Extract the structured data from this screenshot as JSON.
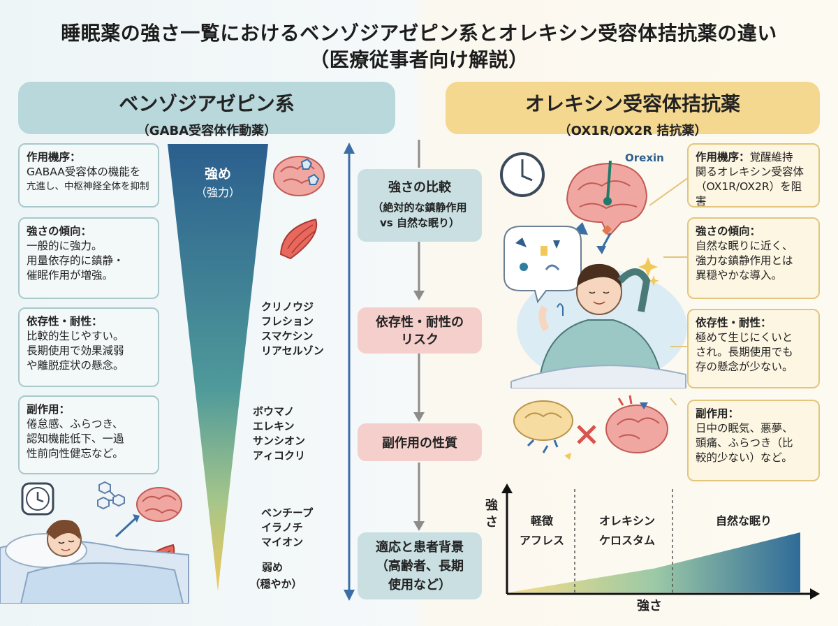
{
  "title": {
    "line1": "睡眠薬の強さ一覧におけるベンゾジアゼピン系とオレキシン受容体拮抗薬の違い",
    "line2": "（医療従事者向け解説）"
  },
  "left_header": {
    "title": "ベンゾジアゼピン系",
    "subtitle": "（GABA受容体作動薬）"
  },
  "right_header": {
    "title": "オレキシン受容体拮抗薬",
    "subtitle": "（OX1R/OX2R 拮抗薬）"
  },
  "left_boxes": [
    {
      "title": "作用機序：",
      "lines": [
        "GABAA受容体の機能を",
        "亢進し、中枢神経全体を抑制"
      ]
    },
    {
      "title": "強さの傾向：",
      "lines": [
        "一般的に強力。",
        "用量依存的に鎮静・",
        "催眠作用が増強。"
      ]
    },
    {
      "title": "依存性・耐性：",
      "lines": [
        "比較的生じやすい。",
        "長期使用で効果減弱",
        "や離脱症状の懸念。"
      ]
    },
    {
      "title": "副作用：",
      "lines": [
        "倦怠感、ふらつき、",
        "認知機能低下、一過",
        "性前向性健忘など。"
      ]
    }
  ],
  "right_boxes": [
    {
      "title": "作用機序：",
      "lines": [
        "覚醒維持",
        "関るオレキシン受容体",
        "（OX1R/OX2R）を阻害"
      ]
    },
    {
      "title": "強さの傾向：",
      "lines": [
        "自然な眠りに近く、",
        "強力な鎮静作用とは",
        "異穏やかな導入。"
      ]
    },
    {
      "title": "依存性・耐性：",
      "lines": [
        "極めて生じにくいと",
        "され。長期使用でも",
        "存の懸念が少ない。"
      ]
    },
    {
      "title": "副作用：",
      "lines": [
        "日中の眠気、悪夢、",
        "頭痛、ふらつき（比",
        "較的少ない）など。"
      ]
    }
  ],
  "funnel": {
    "top_label": "強め",
    "top_sub": "（強力）",
    "bottom_label": "弱め",
    "bottom_sub": "（穏やか）",
    "drug_groups": [
      [
        "クリノウジ",
        "フレション",
        "スマケシン",
        "リアセルゾン"
      ],
      [
        "ボウマノ",
        "エレキン",
        "サンシオン",
        "アィコクリ"
      ],
      [
        "ベンチープ",
        "イラノチ",
        "マイオン"
      ]
    ],
    "color_top": "#2b5f8e",
    "color_bottom": "#f0c95a"
  },
  "middle": {
    "items": [
      {
        "lines": [
          "強さの比較"
        ],
        "sub": [
          "（絶対的な鎮静作用",
          "vs 自然な眠り）"
        ],
        "style": "blue"
      },
      {
        "lines": [
          "依存性・耐性の",
          "リスク"
        ],
        "sub": [],
        "style": "pink"
      },
      {
        "lines": [
          "副作用の性質"
        ],
        "sub": [],
        "style": "pink"
      },
      {
        "lines": [
          "適応と患者背景",
          "（高齢者、長期",
          "使用など）"
        ],
        "sub": [],
        "style": "blue"
      }
    ]
  },
  "orexin_label": "Orexin",
  "bottom_chart": {
    "ylabel": "強さ",
    "xlabel": "強さ",
    "segments": [
      {
        "lines": [
          "軽徴",
          "アフレス"
        ]
      },
      {
        "lines": [
          "オレキシン",
          "ケロスタム"
        ]
      },
      {
        "lines": [
          "自然な眠り"
        ]
      }
    ]
  },
  "colors": {
    "left_header_bg": "#b9d8dc",
    "right_header_bg": "#f4d88f",
    "accent_red": "#d9534f"
  },
  "chart_data": {
    "type": "area",
    "title": "",
    "xlabel": "強さ",
    "ylabel": "強さ",
    "categories": [
      "軽徴 アフレス",
      "オレキシン ケロスタム",
      "自然な眠り"
    ],
    "series": [
      {
        "values": [
          0.0,
          0.4,
          1.0
        ]
      }
    ],
    "grid": false
  }
}
